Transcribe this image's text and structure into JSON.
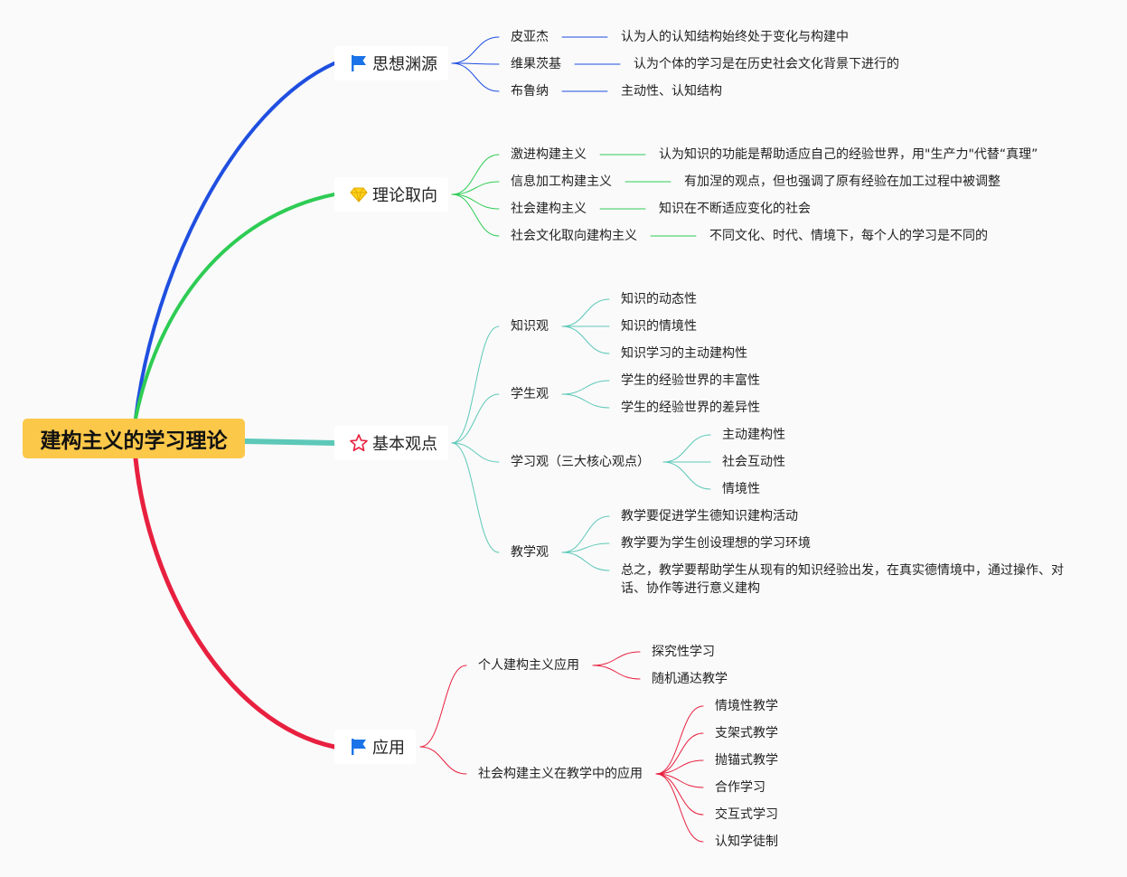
{
  "root": {
    "label": "建构主义的学习理论"
  },
  "branches": [
    {
      "label": "思想渊源",
      "icon": "flag-icon",
      "color": "#1f4fe0",
      "children": [
        {
          "label": "皮亚杰",
          "detail": "认为人的认知结构始终处于变化与构建中"
        },
        {
          "label": "维果茨基",
          "detail": "认为个体的学习是在历史社会文化背景下进行的"
        },
        {
          "label": "布鲁纳",
          "detail": "主动性、认知结构"
        }
      ]
    },
    {
      "label": "理论取向",
      "icon": "diamond-icon",
      "color": "#2ecc54",
      "children": [
        {
          "label": "激进构建主义",
          "detail": "认为知识的功能是帮助适应自己的经验世界，用\"生产力\"代替“真理”"
        },
        {
          "label": "信息加工构建主义",
          "detail": "有加涅的观点，但也强调了原有经验在加工过程中被调整"
        },
        {
          "label": "社会建构主义",
          "detail": "知识在不断适应变化的社会"
        },
        {
          "label": "社会文化取向建构主义",
          "detail": "不同文化、时代、情境下，每个人的学习是不同的"
        }
      ]
    },
    {
      "label": "基本观点",
      "icon": "star-icon",
      "color": "#5dc8b8",
      "children": [
        {
          "label": "知识观",
          "items": [
            "知识的动态性",
            "知识的情境性",
            "知识学习的主动建构性"
          ]
        },
        {
          "label": "学生观",
          "items": [
            "学生的经验世界的丰富性",
            "学生的经验世界的差异性"
          ]
        },
        {
          "label": "学习观（三大核心观点）",
          "items": [
            "主动建构性",
            "社会互动性",
            "情境性"
          ]
        },
        {
          "label": "教学观",
          "items": [
            "教学要促进学生德知识建构活动",
            "教学要为学生创设理想的学习环境",
            "总之，教学要帮助学生从现有的知识经验出发，在真实德情境中，通过操作、对话、协作等进行意义建构"
          ]
        }
      ]
    },
    {
      "label": "应用",
      "icon": "flag-icon",
      "color": "#e8203f",
      "children": [
        {
          "label": "个人建构主义应用",
          "items": [
            "探究性学习",
            "随机通达教学"
          ]
        },
        {
          "label": "社会构建主义在教学中的应用",
          "items": [
            "情境性教学",
            "支架式教学",
            "抛锚式教学",
            "合作学习",
            "交互式学习",
            "认知学徒制"
          ]
        }
      ]
    }
  ]
}
